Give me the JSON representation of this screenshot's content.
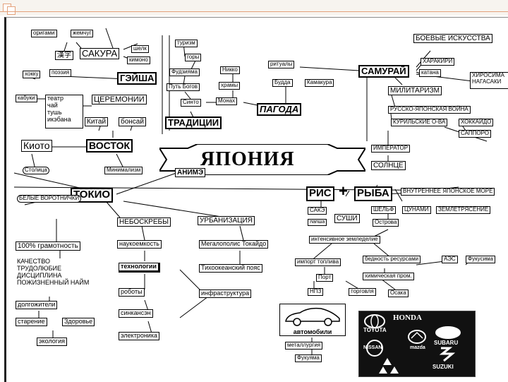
{
  "diagram": {
    "title": "ЯПОНИЯ",
    "plus": "+",
    "nodes": {
      "origami": "оригами",
      "zhemchug": "жемчуг",
      "kanji": "漢字",
      "sakura": "САКУРА",
      "shelk": "шелк",
      "kimono": "кимоно",
      "hokku": "хокку",
      "poeziya": "поэзия",
      "geisha": "ГЭЙША",
      "kabuki": "кабуки",
      "teatr": "театр\nчай\nтушь\nикэбана",
      "ceremonii": "ЦЕРЕМОНИИ",
      "kitay": "Китай",
      "bonsay": "бонсай",
      "kioto": "Киото",
      "vostok": "ВОСТОК",
      "stolica": "Столица",
      "minimalizm": "Минимализм",
      "turizm": "туризм",
      "gory": "горы",
      "fudziyama": "Фудзияма",
      "nikko": "Никко",
      "put_bogov": "Путь Богов",
      "hramy": "храмы",
      "sinto": "Синто",
      "monah": "Монах",
      "budda": "Будда",
      "kamakura": "Камакура",
      "pagoda": "ПАГОДА",
      "tradicii": "ТРАДИЦИИ",
      "ritualy": "ритуалы",
      "samuray": "САМУРАЙ",
      "boevye": "БОЕВЫЕ ИСКУССТВА",
      "harakiri": "ХАРАКИРИ",
      "katana": "катана",
      "hirosima": "ХИРОСИМА\nНАГАСАКИ",
      "militarizm": "МИЛИТАРИЗМ",
      "russko": "РУССКО-ЯПОНСКАЯ ВОЙНА",
      "kurilskie": "КУРИЛЬСКИЕ О-ВА",
      "hokkaydo": "ХОККАЙДО",
      "sapporo": "САППОРО",
      "imperator": "ИМПЕРАТОР",
      "solnce": "СОЛНЦЕ",
      "tokio": "ТОКИО",
      "anime": "АНИМЭ",
      "belye": "БЕЛЫЕ ВОРОТНИЧКИ",
      "neboskreby": "НЕБОСКРЕБЫ",
      "urbanizaciya": "УРБАНИЗАЦИЯ",
      "gramotnost": "100% грамотность",
      "naukoemkost": "наукоемкость",
      "megapolis": "Мегалополис Токайдо",
      "kachestvo": "КАЧЕСТВО\nТРУДОЛЮБИЕ\nДИСЦИПЛИНА\nПОЖИЗНЕННЫЙ НАЙМ",
      "tehnologii": "технологии",
      "tihookeanskiy": "Тихоокеанский пояс",
      "roboty": "роботы",
      "infrastruktura": "инфраструктура",
      "dolgozhiteli": "долгожители",
      "sinkansen": "синкансэн",
      "starenie": "старение",
      "zdorovie": "Здоровье",
      "elektronika": "электроника",
      "ekologiya": "экология",
      "ris": "РИС",
      "ryba": "РЫБА",
      "vnutrennee": "ВНУТРЕННЕЕ ЯПОНСКОЕ МОРЕ",
      "sake": "САКЭ",
      "sushi": "СУШИ",
      "shelf": "ШЕЛЬФ",
      "cunami": "ЦУНАМИ",
      "zemletryasenie": "ЗЕМЛЕТРЯСЕНИЕ",
      "lapsha": "лапша",
      "ostrova": "Острова",
      "intensivnoe": "интенсивное земледелие",
      "import": "импорт топлива",
      "bednost": "бедность ресурсами",
      "aes": "АЭС",
      "fukusima": "Фукусима",
      "port": "Порт",
      "himicheskaya": "химическая пром.",
      "npz": "НПЗ",
      "torgovlya": "торговля",
      "osaka": "Осака",
      "avtomobili": "автомобили",
      "metallurgiya": "металлургия",
      "fukuyama": "Фукуяма"
    },
    "logos": {
      "toyota": "TOYOTA",
      "honda": "HONDA",
      "mazda": "mazda",
      "nissan": "NISSAN",
      "subaru": "SUBARU",
      "suzuki": "SUZUKI"
    },
    "colors": {
      "accent": "#e4a27c",
      "line": "#000000"
    }
  }
}
